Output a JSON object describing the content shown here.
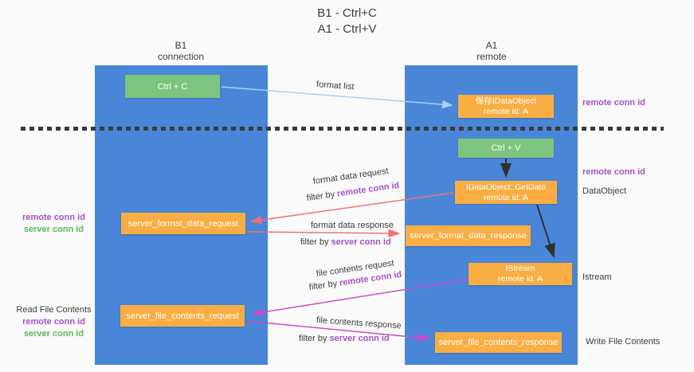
{
  "title": {
    "line1": "B1 - Ctrl+C",
    "line2": "A1 - Ctrl+V"
  },
  "columns": {
    "left": {
      "header_line1": "B1",
      "header_line2": "connection"
    },
    "right": {
      "header_line1": "A1",
      "header_line2": "remote"
    }
  },
  "nodes": {
    "ctrl_c": "Ctrl + C",
    "ctrl_v": "Ctrl + V",
    "save_dataobject": {
      "line1": "保存IDataObject",
      "line2": "remote id: A"
    },
    "getdata": {
      "line1": "IDataObject::GetData",
      "line2": "remote id: A"
    },
    "istream": {
      "line1": "IStream",
      "line2": "remote id: A"
    },
    "format_request": "server_format_data_request",
    "format_response": "server_format_data_response",
    "file_request": "server_file_contents_request",
    "file_response": "server_file_contents_response"
  },
  "arrow_labels": {
    "format_list": "format list",
    "format_data_request": "format data request",
    "format_data_response": "format data response",
    "file_contents_request": "file contents request",
    "file_contents_response": "file contents response",
    "filter_by": "filter by",
    "remote_conn_id": "remote conn id",
    "server_conn_id": "server conn id"
  },
  "side_labels": {
    "remote_conn_id": "remote conn id",
    "server_conn_id": "server conn id",
    "dataobject": "DataObject",
    "istream": "Istream",
    "read_file_contents": "Read File Contents",
    "write_file_contents": "Write File Contents"
  },
  "colors": {
    "column_blue": "#4a86d8",
    "box_green": "#7dc47e",
    "box_orange": "#f9ad42",
    "arrow_blue": "#a5d3f0",
    "arrow_salmon": "#ee7273",
    "arrow_magenta": "#cb4bc6",
    "arrow_black": "#2f2f2f",
    "label_purple": "#a551c6",
    "label_green": "#5cb85c",
    "text_gray": "#3c3c3c"
  }
}
